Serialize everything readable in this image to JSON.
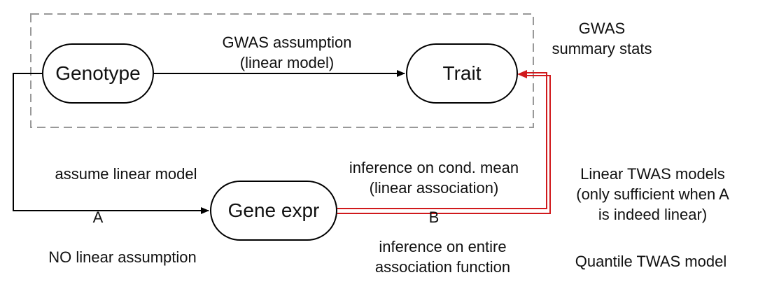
{
  "nodes": {
    "genotype": "Genotype",
    "trait": "Trait",
    "gene_expr": "Gene expr"
  },
  "edges": {
    "gwas_assumption": {
      "line1": "GWAS assumption",
      "line2": "(linear model)"
    },
    "label_a": "A",
    "label_b": "B"
  },
  "annotations": {
    "gwas_summary": {
      "line1": "GWAS",
      "line2": "summary stats"
    },
    "assume_linear": "assume linear model",
    "no_linear": "NO linear assumption",
    "cond_mean": {
      "line1": "inference on cond. mean",
      "line2": "(linear association)"
    },
    "entire_function": {
      "line1": "inference on entire",
      "line2": "association function"
    },
    "linear_twas": {
      "line1": "Linear TWAS models",
      "line2": "(only sufficient when A",
      "line3": "is indeed linear)"
    },
    "quantile_twas": "Quantile TWAS model"
  },
  "colors": {
    "highlight": "#d0191c",
    "dashed_box": "#999999",
    "stroke": "#000000"
  }
}
